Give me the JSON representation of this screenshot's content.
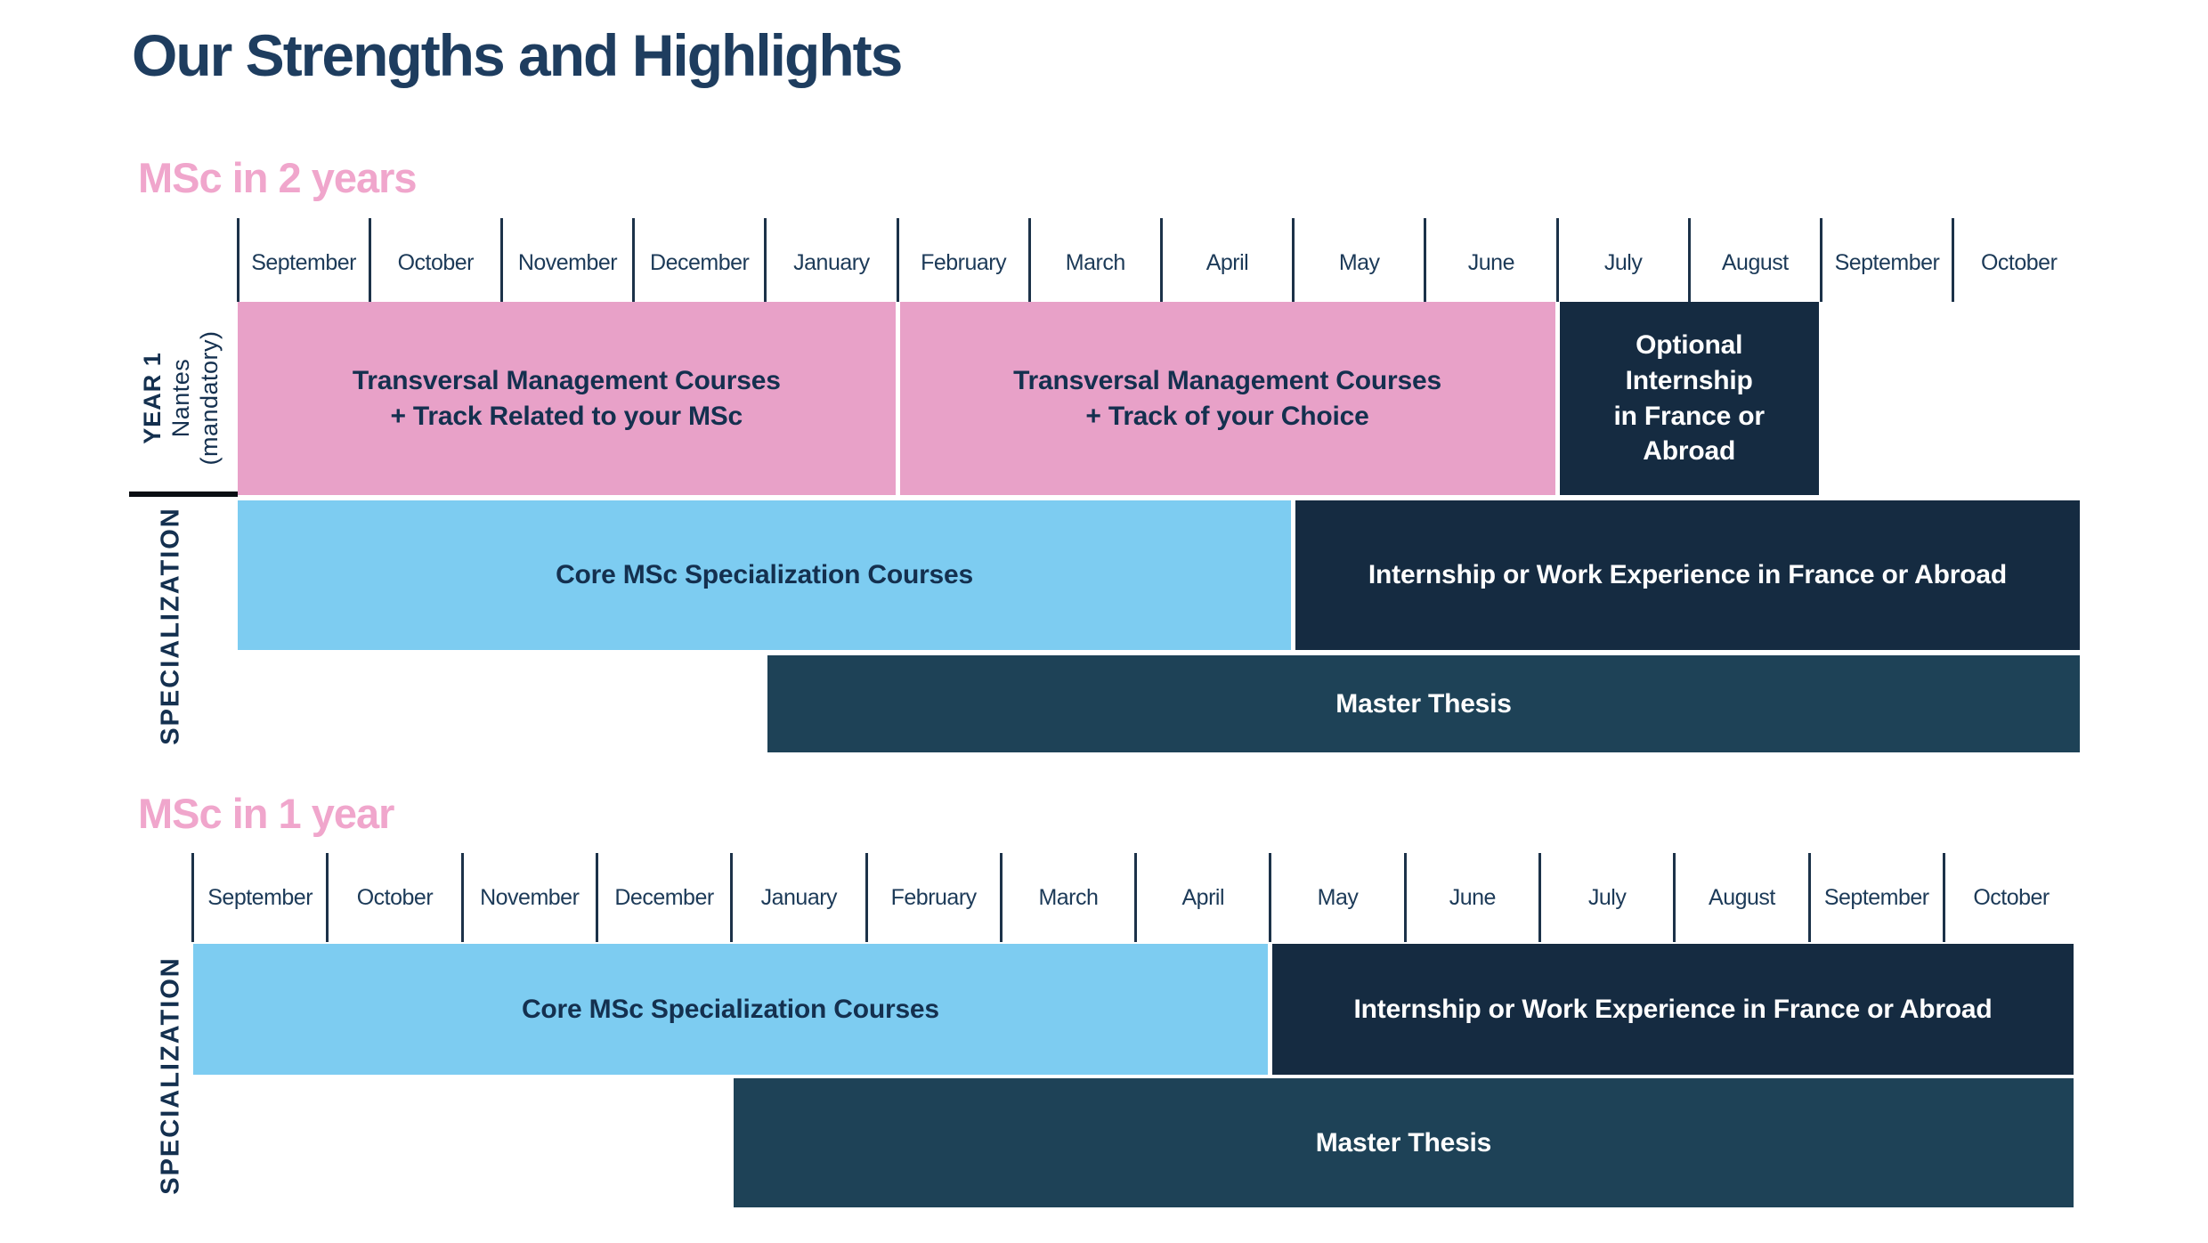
{
  "title": "Our Strengths and Highlights",
  "colors": {
    "pink": "#e8a1c8",
    "blue": "#7dccf1",
    "navy": "#152b41",
    "thesis": "#1e4257",
    "heading_pink": "#f0a6cc",
    "dark_text": "#14304f",
    "white_text": "#ffffff",
    "tick": "#1c3249"
  },
  "months": [
    "September",
    "October",
    "November",
    "December",
    "January",
    "February",
    "March",
    "April",
    "May",
    "June",
    "July",
    "August",
    "September",
    "October"
  ],
  "sections": [
    {
      "heading": "MSc in 2 years",
      "left_labels": {
        "year1_lines": [
          "YEAR 1",
          "Nantes",
          "(mandatory)"
        ],
        "specialization": "SPECIALIZATION"
      },
      "bars": [
        {
          "name": "bar-transversal-track-related",
          "row": "year1",
          "start": 0,
          "end": 5,
          "fill": "pink",
          "text_color": "dark_text",
          "text": "Transversal Management Courses\n+ Track Related to your MSc"
        },
        {
          "name": "bar-transversal-track-choice",
          "row": "year1",
          "start": 5,
          "end": 10,
          "fill": "pink",
          "text_color": "dark_text",
          "text": "Transversal Management Courses\n+ Track of your Choice"
        },
        {
          "name": "bar-optional-internship",
          "row": "year1",
          "start": 10,
          "end": 12,
          "fill": "navy",
          "text_color": "white_text",
          "text": "Optional\nInternship\nin France or\nAbroad"
        },
        {
          "name": "bar-core-specialization",
          "row": "spec",
          "start": 0,
          "end": 8,
          "fill": "blue",
          "text_color": "dark_text",
          "text": "Core MSc Specialization Courses"
        },
        {
          "name": "bar-internship-work-experience",
          "row": "spec",
          "start": 8,
          "end": 14,
          "fill": "navy",
          "text_color": "white_text",
          "text": "Internship or Work Experience in France or Abroad"
        },
        {
          "name": "bar-master-thesis",
          "row": "thesis",
          "start": 4,
          "end": 14,
          "fill": "thesis",
          "text_color": "white_text",
          "text": "Master Thesis"
        }
      ]
    },
    {
      "heading": "MSc in 1 year",
      "left_labels": {
        "specialization": "SPECIALIZATION"
      },
      "bars": [
        {
          "name": "bar-core-specialization",
          "row": "spec",
          "start": 0,
          "end": 8,
          "fill": "blue",
          "text_color": "dark_text",
          "text": "Core MSc Specialization Courses"
        },
        {
          "name": "bar-internship-work-experience",
          "row": "spec",
          "start": 8,
          "end": 14,
          "fill": "navy",
          "text_color": "white_text",
          "text": "Internship or Work Experience in France or Abroad"
        },
        {
          "name": "bar-master-thesis",
          "row": "thesis",
          "start": 4,
          "end": 14,
          "fill": "thesis",
          "text_color": "white_text",
          "text": "Master Thesis"
        }
      ]
    }
  ]
}
